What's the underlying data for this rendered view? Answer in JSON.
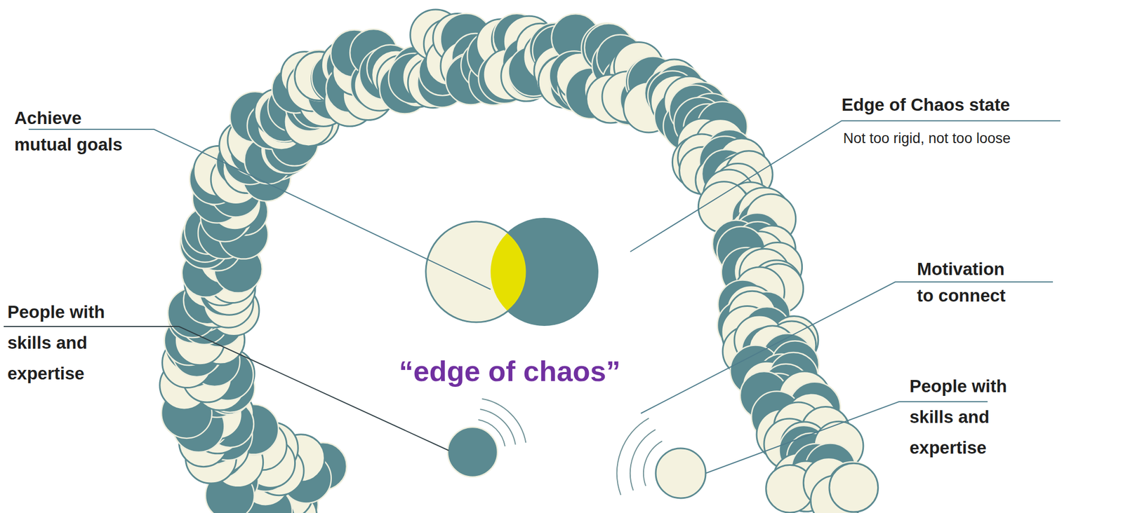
{
  "diagram": {
    "labels": [
      "Achieve mutual goals",
      "Edge of Chaos state",
      "Not too rigid, not too loose",
      "Motivation to connect",
      "People with skills and expertise",
      "“edge of chaos”",
      "People with skills and expertise"
    ]
  }
}
